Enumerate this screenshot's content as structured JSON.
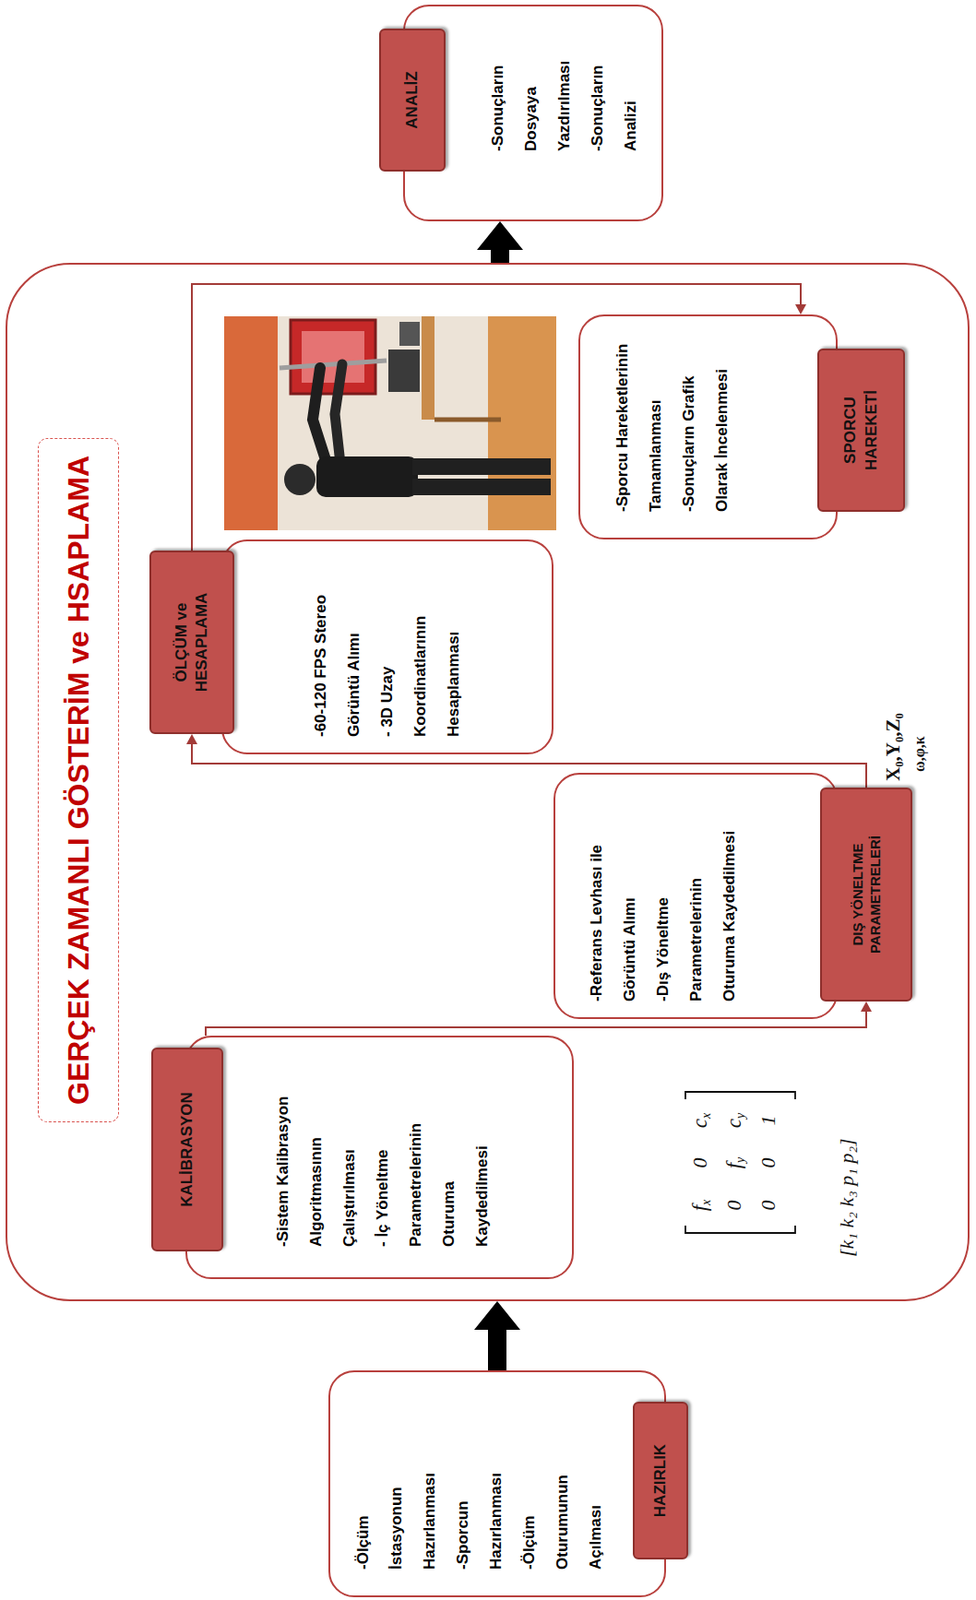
{
  "diagram": {
    "nodes": [
      {
        "text": [
          "HAZIRLIK",
          "-Ölçüm İstasyonun Hazırlanması",
          "-Sporcun Hazırlanması",
          "-Ölçüm Oturumunun Açılması"
        ]
      },
      {
        "text": [
          "GERÇEK ZAMANLI GÖSTERİM ve HSAPLAMA"
        ]
      },
      {
        "text": [
          "KALİBRASYON",
          "-Sistem Kalibrasyon Algoritmasının Çalıştırılması",
          "- İç Yöneltme Parametrelerinin Oturuma Kaydedilmesi"
        ],
        "in": 1
      },
      {
        "text": [
          "DIŞ YÖNELTME PARAMETRELERİ",
          "-Referans Levhası ile Görüntü Alımı",
          "-Dış Yöneltme Parametrelerinin Oturuma Kaydedilmesi"
        ],
        "in": 1
      },
      {
        "text": [
          "ÖLÇÜM ve HESAPLAMA",
          "-60-120 FPS Stereo Görüntü Alımı",
          "- 3D Uzay Koordinatlarının Hesaplanması"
        ],
        "in": 1
      },
      {
        "text": [
          "SPORCU HAREKETİ",
          "-Sporcu Hareketlerinin Tamamlanması",
          "-Sonuçların Grafik Olarak İncelenmesi"
        ],
        "in": 1
      },
      {
        "text": [
          "ANALİZ",
          "-Sonuçların Dosyaya Yazdırılması",
          "-Sonuçların Analizi"
        ]
      }
    ],
    "edges": [
      {
        "from": 0,
        "to": 1,
        "arrow": "to"
      },
      {
        "from": 1,
        "to": 6,
        "arrow": "to"
      },
      {
        "from": 2,
        "to": 3,
        "arrow": "to"
      },
      {
        "from": 3,
        "to": 4,
        "arrow": "to"
      },
      {
        "from": 4,
        "to": 5,
        "arrow": "to"
      }
    ],
    "labels": [
      "fx",
      "0",
      "cx",
      "0",
      "fy",
      "cy",
      "0",
      "0",
      "1",
      "[k₁ k₂ k₃ p₁ p₂]",
      "X₀,Y₀,Z₀",
      "ω,φ,κ"
    ]
  }
}
